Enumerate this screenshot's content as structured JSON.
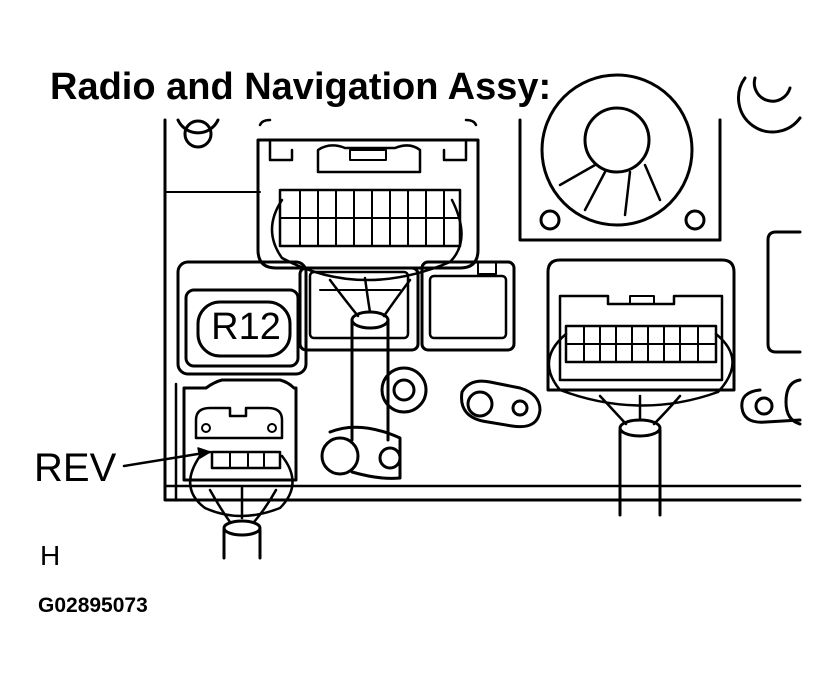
{
  "diagram": {
    "title": "Radio and Navigation Assy:",
    "connector_badge": "R12",
    "callout_label": "REV",
    "corner_mark": "H",
    "figure_code": "G02895073"
  }
}
